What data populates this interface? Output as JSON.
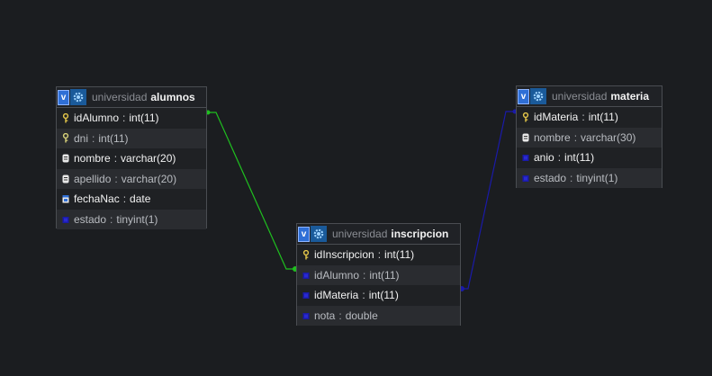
{
  "schema": "universidad",
  "colors": {
    "background": "#1b1d20",
    "link_green": "#1fbf1f",
    "link_blue": "#1a1aa8",
    "key_icon": "#e6c84a",
    "view_icon": "#2f6fd6"
  },
  "tables": [
    {
      "db": "universidad",
      "name": "alumnos",
      "columns": [
        {
          "name": "idAlumno",
          "type": "int(11)",
          "icon": "primary-key-icon"
        },
        {
          "name": "dni",
          "type": "int(11)",
          "icon": "unique-key-icon"
        },
        {
          "name": "nombre",
          "type": "varchar(20)",
          "icon": "text-field-icon"
        },
        {
          "name": "apellido",
          "type": "varchar(20)",
          "icon": "text-field-icon"
        },
        {
          "name": "fechaNac",
          "type": "date",
          "icon": "date-field-icon"
        },
        {
          "name": "estado",
          "type": "tinyint(1)",
          "icon": "numeric-field-icon"
        }
      ]
    },
    {
      "db": "universidad",
      "name": "materia",
      "columns": [
        {
          "name": "idMateria",
          "type": "int(11)",
          "icon": "primary-key-icon"
        },
        {
          "name": "nombre",
          "type": "varchar(30)",
          "icon": "text-field-icon"
        },
        {
          "name": "anio",
          "type": "int(11)",
          "icon": "numeric-field-icon"
        },
        {
          "name": "estado",
          "type": "tinyint(1)",
          "icon": "numeric-field-icon"
        }
      ]
    },
    {
      "db": "universidad",
      "name": "inscripcion",
      "columns": [
        {
          "name": "idInscripcion",
          "type": "int(11)",
          "icon": "primary-key-icon"
        },
        {
          "name": "idAlumno",
          "type": "int(11)",
          "icon": "numeric-field-icon"
        },
        {
          "name": "idMateria",
          "type": "int(11)",
          "icon": "numeric-field-icon"
        },
        {
          "name": "nota",
          "type": "double",
          "icon": "numeric-field-icon"
        }
      ]
    }
  ],
  "relations": [
    {
      "from_table": "alumnos",
      "from_column": "idAlumno",
      "to_table": "inscripcion",
      "to_column": "idAlumno",
      "color": "#1fbf1f"
    },
    {
      "from_table": "materia",
      "from_column": "idMateria",
      "to_table": "inscripcion",
      "to_column": "idMateria",
      "color": "#1a1aa8"
    }
  ]
}
